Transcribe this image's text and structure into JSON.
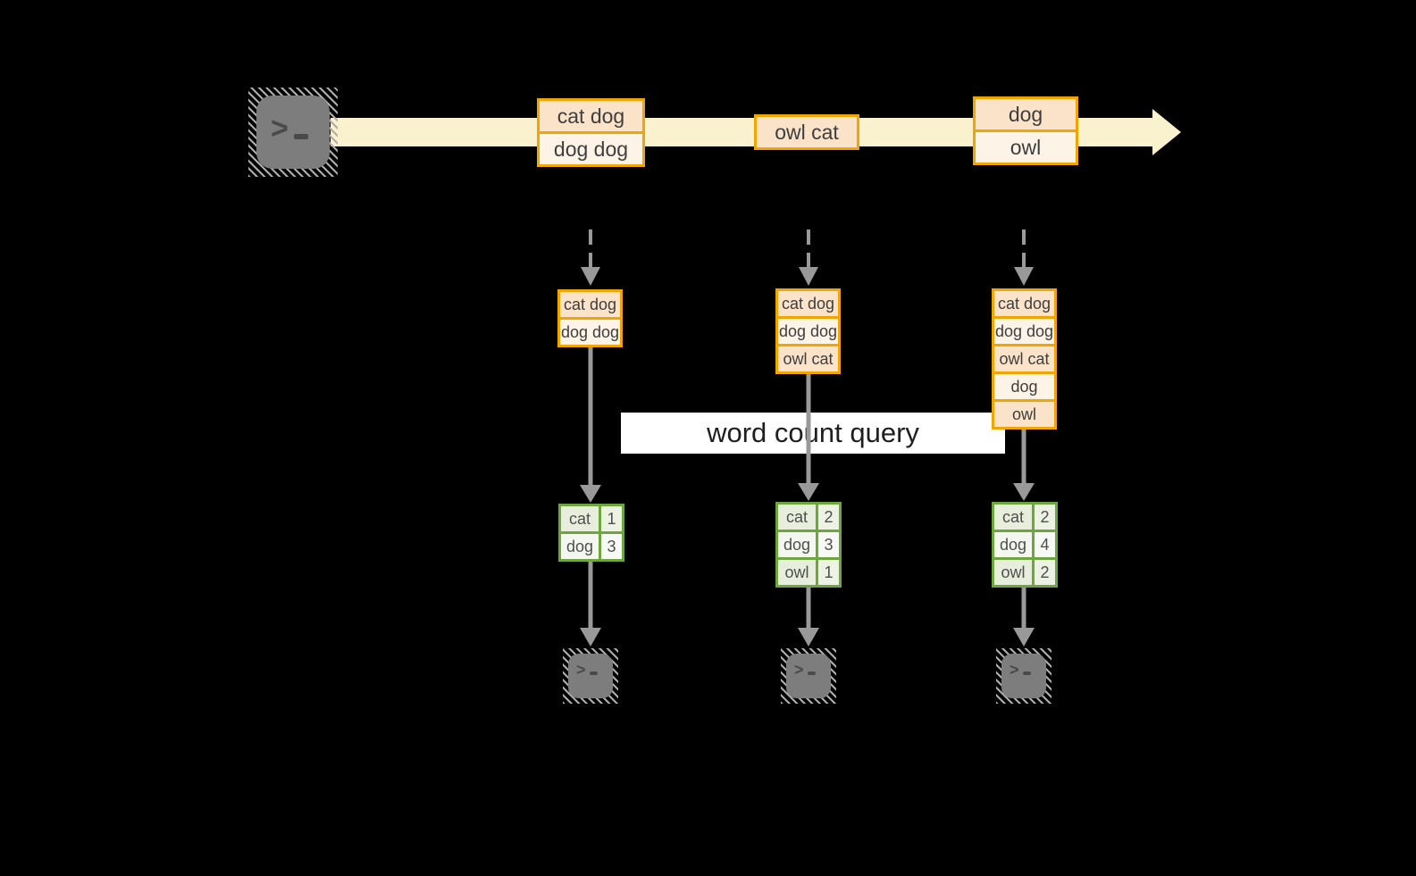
{
  "query_label": "word count query",
  "terminal_prompt": ">",
  "colors": {
    "background": "#000000",
    "stream_arrow": "#faf2ce",
    "event_border": "#f0a500",
    "event_fill_dark": "#fae3c8",
    "event_fill_light": "#fdf3e6",
    "table_border": "#6ca63c",
    "table_fill_green": "#e7eedb",
    "table_fill_white": "#f4f7ef",
    "flow_arrow": "#999999",
    "terminal_gray": "#7d7d7d"
  },
  "stream": {
    "source_icon": "terminal-icon",
    "events": [
      {
        "lines": [
          "cat dog",
          "dog dog"
        ]
      },
      {
        "lines": [
          "owl cat"
        ]
      },
      {
        "lines": [
          "dog",
          "owl"
        ]
      }
    ]
  },
  "columns": [
    {
      "buffer": [
        "cat dog",
        "dog dog"
      ],
      "counts": [
        {
          "word": "cat",
          "count": "1"
        },
        {
          "word": "dog",
          "count": "3"
        }
      ]
    },
    {
      "buffer": [
        "cat dog",
        "dog dog",
        "owl cat"
      ],
      "counts": [
        {
          "word": "cat",
          "count": "2"
        },
        {
          "word": "dog",
          "count": "3"
        },
        {
          "word": "owl",
          "count": "1"
        }
      ]
    },
    {
      "buffer": [
        "cat dog",
        "dog dog",
        "owl cat",
        "dog",
        "owl"
      ],
      "counts": [
        {
          "word": "cat",
          "count": "2"
        },
        {
          "word": "dog",
          "count": "4"
        },
        {
          "word": "owl",
          "count": "2"
        }
      ]
    }
  ]
}
